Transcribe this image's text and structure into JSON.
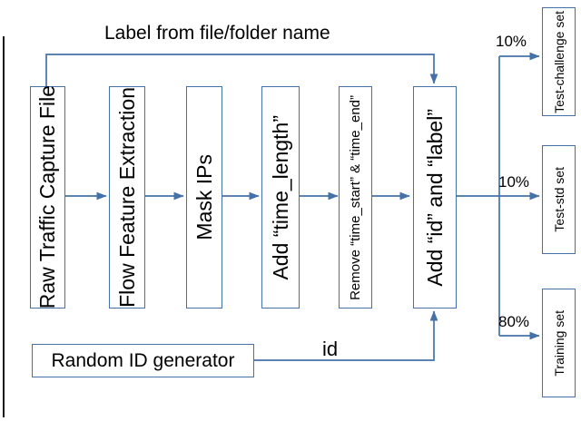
{
  "diagram": {
    "type": "flowchart",
    "title_label": "Label from file/folder name",
    "accent_color": "#4472a8",
    "text_color": "#000000",
    "background_color": "#ffffff",
    "pipeline": [
      {
        "id": "raw-traffic-capture-file",
        "label": "Raw Traffic Capture File",
        "orientation": "vertical"
      },
      {
        "id": "flow-feature-extraction",
        "label": "Flow Feature Extraction",
        "orientation": "vertical"
      },
      {
        "id": "mask-ips",
        "label": "Mask IPs",
        "orientation": "vertical"
      },
      {
        "id": "add-time-length",
        "label": "Add “time_length”",
        "orientation": "vertical"
      },
      {
        "id": "remove-time-start-end",
        "label": "Remove “time_start” & “time_end”",
        "orientation": "vertical"
      },
      {
        "id": "add-id-and-label",
        "label": "Add “id” and “label”",
        "orientation": "vertical"
      }
    ],
    "generator": {
      "id": "random-id-generator",
      "label": "Random ID generator"
    },
    "generator_edge_label": "id",
    "outputs": [
      {
        "id": "test-challenge-set",
        "label": "Test-challenge set",
        "percent": "10%"
      },
      {
        "id": "test-std-set",
        "label": "Test-std set",
        "percent": "10%"
      },
      {
        "id": "training-set",
        "label": "Training set",
        "percent": "80%"
      }
    ]
  }
}
